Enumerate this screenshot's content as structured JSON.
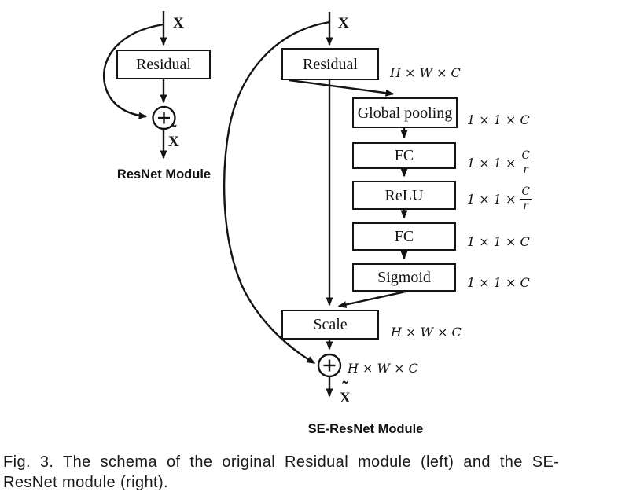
{
  "left_module": {
    "input_label": "X",
    "residual_box_label": "Residual",
    "output_label": "X",
    "output_tilde": "˜",
    "module_label": "ResNet Module"
  },
  "right_module": {
    "input_label": "X",
    "boxes": {
      "residual": "Residual",
      "global_pooling": "Global pooling",
      "fc1": "FC",
      "relu": "ReLU",
      "fc2": "FC",
      "sigmoid": "Sigmoid",
      "scale": "Scale"
    },
    "dims": {
      "residual": "H × W × C",
      "global_pooling": "1 × 1 × C",
      "fc1": {
        "prefix": "1 × 1 ×",
        "numerator": "C",
        "denominator": "r"
      },
      "relu": {
        "prefix": "1 × 1 ×",
        "numerator": "C",
        "denominator": "r"
      },
      "fc2": "1 × 1 × C",
      "sigmoid": "1 × 1 × C",
      "scale": "H × W × C",
      "sum": "H × W × C"
    },
    "output_label": "X",
    "output_tilde": "˜",
    "module_label": "SE-ResNet Module"
  },
  "caption": {
    "line1": "Fig. 3. The schema of the original Residual module (left) and the SE-",
    "line2": "ResNet module (right)."
  },
  "colors": {
    "ink": "#141414",
    "background": "#ffffff"
  }
}
